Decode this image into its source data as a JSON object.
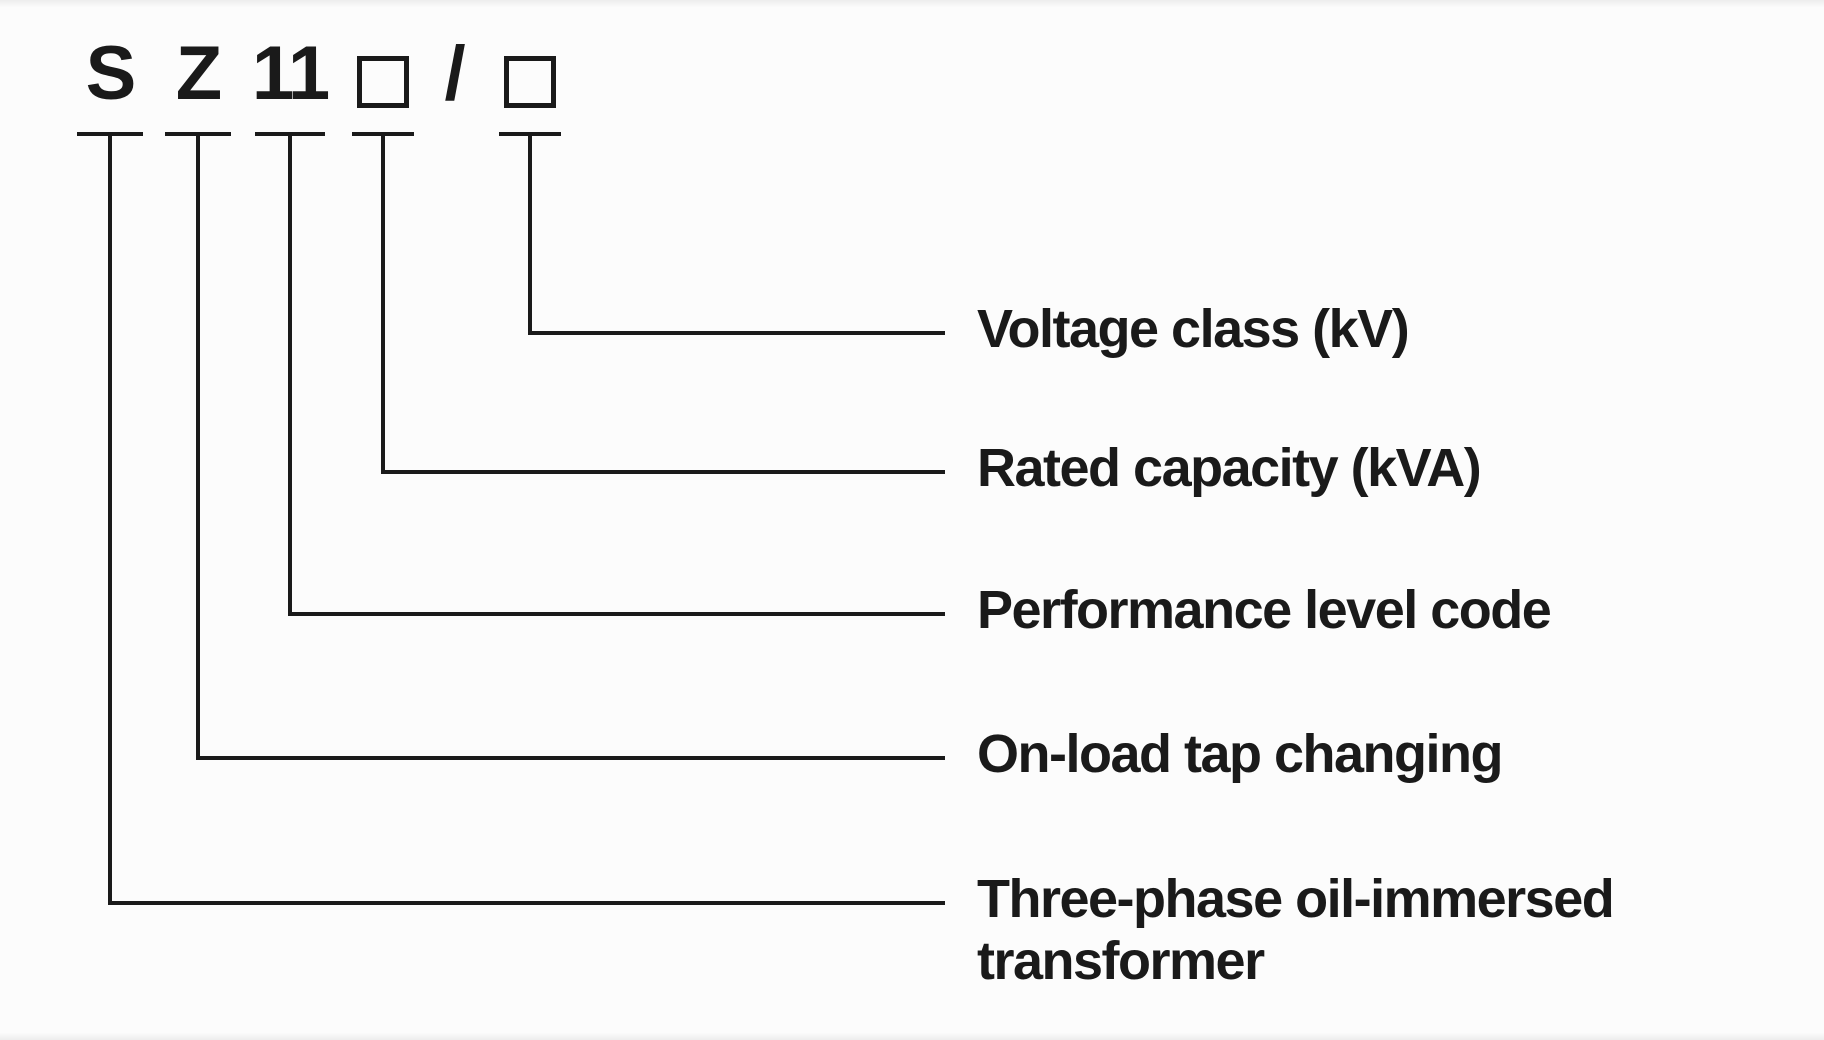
{
  "diagram": {
    "separator": "/",
    "entries": [
      {
        "symbol": "S",
        "meaning": "Three-phase oil-immersed transformer",
        "label": "Three-phase oil-immersed transformer"
      },
      {
        "symbol": "Z",
        "meaning": "On-load tap changing",
        "label": "On-load tap changing"
      },
      {
        "symbol": "11",
        "meaning": "Performance level code",
        "label": "Performance level code"
      },
      {
        "symbol": "□",
        "meaning": "Rated capacity (kVA)",
        "label": "Rated capacity (kVA)"
      },
      {
        "symbol": "□",
        "meaning": "Voltage class (kV)",
        "label": "Voltage class (kV)"
      }
    ],
    "colors": {
      "ink": "#1a1a1a",
      "background": "#fcfcfc"
    }
  }
}
